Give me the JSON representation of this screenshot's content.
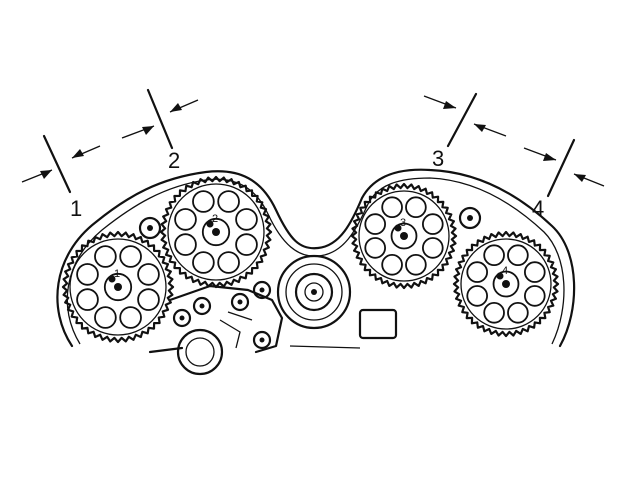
{
  "diagram": {
    "callouts": [
      {
        "id": "1",
        "label": "1"
      },
      {
        "id": "2",
        "label": "2"
      },
      {
        "id": "3",
        "label": "3"
      },
      {
        "id": "4",
        "label": "4"
      }
    ],
    "sprockets": [
      {
        "name": "sprocket-1",
        "marker": "1"
      },
      {
        "name": "sprocket-2",
        "marker": "2"
      },
      {
        "name": "sprocket-3",
        "marker": "3"
      },
      {
        "name": "sprocket-4",
        "marker": "4"
      }
    ]
  }
}
